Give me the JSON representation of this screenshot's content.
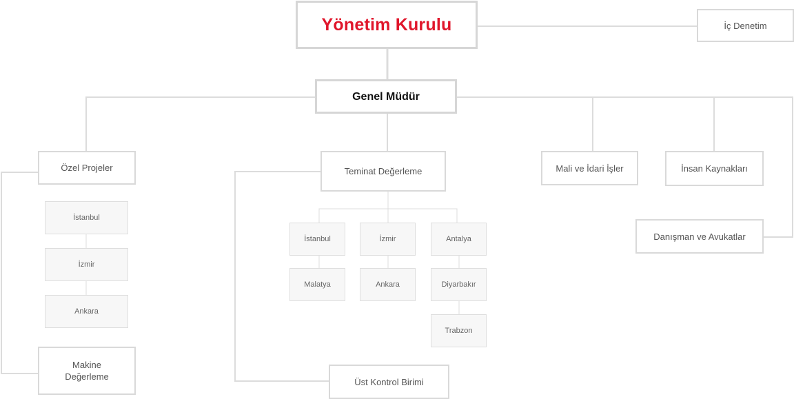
{
  "board": {
    "label": "Yönetim Kurulu"
  },
  "internal_audit": {
    "label": "İç Denetim"
  },
  "general_manager": {
    "label": "Genel Müdür"
  },
  "special_projects": {
    "label": "Özel Projeler",
    "cities": [
      "İstanbul",
      "İzmir",
      "Ankara"
    ]
  },
  "machine_valuation": {
    "label_lines": [
      "Makine",
      "Değerleme"
    ]
  },
  "collateral_valuation": {
    "label": "Teminat Değerleme",
    "city_columns": [
      [
        "İstanbul",
        "Malatya"
      ],
      [
        "İzmir",
        "Ankara"
      ],
      [
        "Antalya",
        "Diyarbakır",
        "Trabzon"
      ]
    ]
  },
  "top_control": {
    "label": "Üst Kontrol Birimi"
  },
  "finance_admin": {
    "label": "Mali ve İdari İşler"
  },
  "human_resources": {
    "label": "İnsan Kaynakları"
  },
  "advisors_lawyers": {
    "label": "Danışman ve Avukatlar"
  },
  "colors": {
    "board_text": "#e0162b",
    "gm_text": "#111111",
    "node_text": "#555555",
    "connector": "#dcdcdc",
    "leaf_fill": "#f7f7f7"
  }
}
